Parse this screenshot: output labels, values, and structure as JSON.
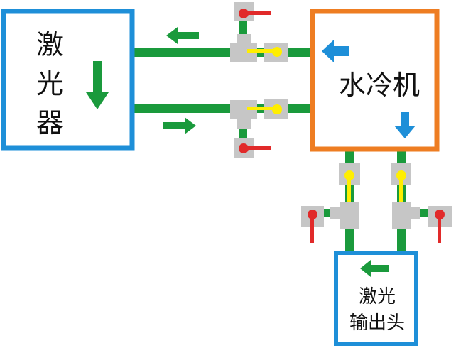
{
  "laser": {
    "line1": "激",
    "line2": "光",
    "line3": "器"
  },
  "chiller": {
    "label": "水冷机"
  },
  "laser_head": {
    "line1": "激光",
    "line2": "输出头"
  },
  "colors": {
    "pipe": "#1a9a3c",
    "arrow_green": "#1a9a3c",
    "arrow_blue": "#1e8fd8",
    "laser_border": "#1e8fd8",
    "chiller_border": "#ee7d22",
    "head_border": "#1e8fd8",
    "valve_body": "#c6c6c6",
    "valve_handle": "#e12a2a",
    "sensor": "#ffee00"
  },
  "icons": [
    "flow-arrow-left-icon",
    "flow-arrow-right-icon",
    "flow-arrow-down-icon",
    "valve-icon",
    "sensor-icon",
    "tee-fitting-icon"
  ]
}
